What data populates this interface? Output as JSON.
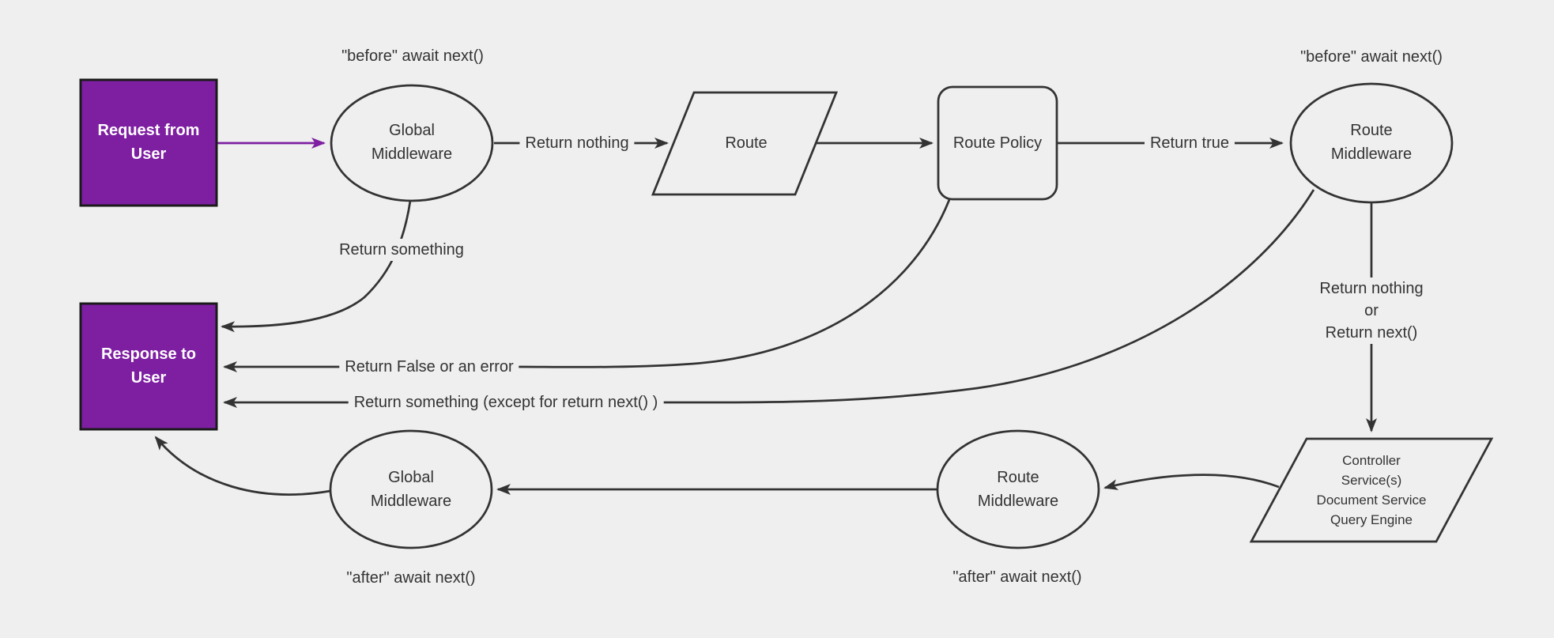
{
  "diagram": {
    "background": "#efefef",
    "line_color": "#333333",
    "accent_purple": "#7e1fa2",
    "node_border_dark": "#1a1a1a",
    "nodes": {
      "request_user": {
        "label": "Request from\nUser",
        "type": "rectangle",
        "fill": "#7e1fa2"
      },
      "global_middleware_top": {
        "label": "Global\nMiddleware",
        "type": "ellipse"
      },
      "route": {
        "label": "Route",
        "type": "parallelogram"
      },
      "route_policy": {
        "label": "Route Policy",
        "type": "rounded-rectangle"
      },
      "route_middleware_top": {
        "label": "Route\nMiddleware",
        "type": "ellipse"
      },
      "controller": {
        "label": "Controller\nService(s)\nDocument Service\nQuery Engine",
        "type": "parallelogram"
      },
      "route_middleware_bottom": {
        "label": "Route\nMiddleware",
        "type": "ellipse"
      },
      "global_middleware_bottom": {
        "label": "Global\nMiddleware",
        "type": "ellipse"
      },
      "response_user": {
        "label": "Response to\nUser",
        "type": "rectangle",
        "fill": "#7e1fa2"
      }
    },
    "edges": [
      {
        "from": "request_user",
        "to": "global_middleware_top",
        "label": ""
      },
      {
        "from": "global_middleware_top",
        "to": "route",
        "label": "Return nothing"
      },
      {
        "from": "route",
        "to": "route_policy",
        "label": ""
      },
      {
        "from": "route_policy",
        "to": "route_middleware_top",
        "label": "Return true"
      },
      {
        "from": "route_middleware_top",
        "to": "controller",
        "label": "Return nothing\nor\nReturn next()"
      },
      {
        "from": "controller",
        "to": "route_middleware_bottom",
        "label": ""
      },
      {
        "from": "route_middleware_bottom",
        "to": "global_middleware_bottom",
        "label": ""
      },
      {
        "from": "global_middleware_bottom",
        "to": "response_user",
        "label": ""
      },
      {
        "from": "global_middleware_top",
        "to": "response_user",
        "label": "Return something"
      },
      {
        "from": "route_policy",
        "to": "response_user",
        "label": "Return False or an error"
      },
      {
        "from": "route_middleware_top",
        "to": "response_user",
        "label": "Return something (except for return next() )"
      }
    ],
    "annotations": {
      "before_await_left": "\"before\" await next()",
      "before_await_right": "\"before\" await next()",
      "after_await_right": "\"after\" await next()",
      "after_await_left": "\"after\" await next()"
    }
  }
}
